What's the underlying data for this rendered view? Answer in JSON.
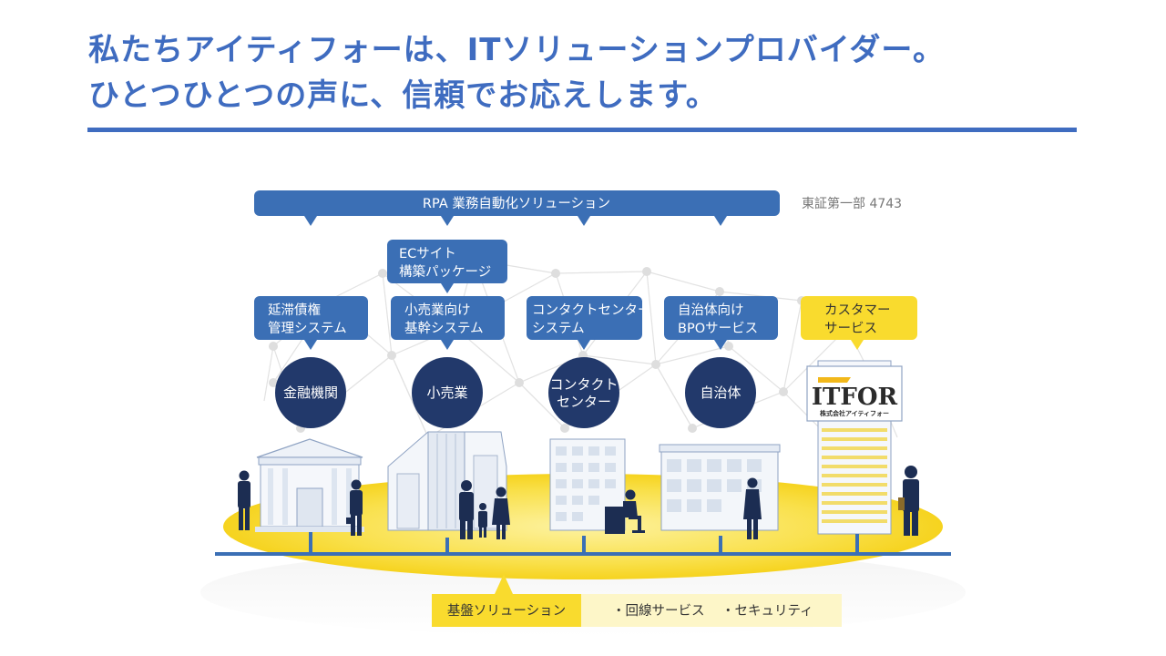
{
  "header": {
    "line1": "私たちアイティフォーは、ITソリューションプロバイダー。",
    "line2": "ひとつひとつの声に、信頼でお応えします。"
  },
  "top_banner": {
    "label": "RPA 業務自動化ソリューション"
  },
  "stock": {
    "label": "東証第一部 4743"
  },
  "ec_bubble": {
    "line1": "ECサイト",
    "line2": "構築パッケージ"
  },
  "solutions": [
    {
      "line1": "延滞債権",
      "line2": "管理システム"
    },
    {
      "line1": "小売業向け",
      "line2": "基幹システム"
    },
    {
      "line1": "コンタクトセンター",
      "line2": "システム"
    },
    {
      "line1": "自治体向け",
      "line2": "BPOサービス"
    },
    {
      "line1": "カスタマー",
      "line2": "サービス"
    }
  ],
  "industries": [
    {
      "line1": "金融機関",
      "line2": ""
    },
    {
      "line1": "小売業",
      "line2": ""
    },
    {
      "line1": "コンタクト",
      "line2": "センター"
    },
    {
      "line1": "自治体",
      "line2": ""
    }
  ],
  "company": {
    "logo": "ITFOR",
    "name": "株式会社アイティフォー"
  },
  "base": {
    "label": "基盤ソリューション",
    "items": [
      "・回線サービス",
      "・セキュリティ"
    ]
  },
  "colors": {
    "heading": "#3f6cc0",
    "bubble_blue": "#3b6fb5",
    "circle_navy": "#22396b",
    "accent_yellow": "#f9db2e"
  }
}
